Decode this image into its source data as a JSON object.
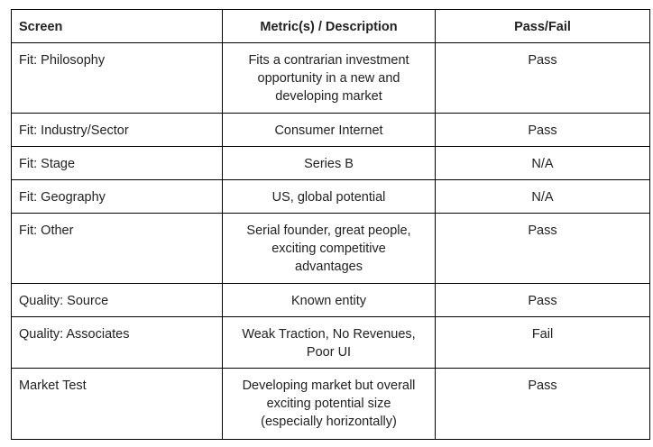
{
  "headers": [
    "Screen",
    "Metric(s) / Description",
    "Pass/Fail"
  ],
  "rows": [
    {
      "screen": "Fit: Philosophy",
      "description": [
        "Fits a contrarian investment",
        "opportunity in a new and",
        "developing market"
      ],
      "result": "Pass"
    },
    {
      "screen": "Fit: Industry/Sector",
      "description": [
        "Consumer Internet"
      ],
      "result": "Pass"
    },
    {
      "screen": "Fit: Stage",
      "description": [
        "Series B"
      ],
      "result": "N/A"
    },
    {
      "screen": "Fit: Geography",
      "description": [
        "US, global potential"
      ],
      "result": "N/A"
    },
    {
      "screen": "Fit: Other",
      "description": [
        "Serial founder, great people,",
        "exciting competitive",
        "advantages"
      ],
      "result": "Pass"
    },
    {
      "screen": "Quality: Source",
      "description": [
        "Known entity"
      ],
      "result": "Pass"
    },
    {
      "screen": "Quality: Associates",
      "description": [
        "Weak Traction, No Revenues,",
        "Poor UI"
      ],
      "result": "Fail"
    },
    {
      "screen": "Market Test",
      "description": [
        "Developing market but overall",
        "exciting potential size",
        "(especially horizontally)"
      ],
      "result": "Pass"
    }
  ]
}
